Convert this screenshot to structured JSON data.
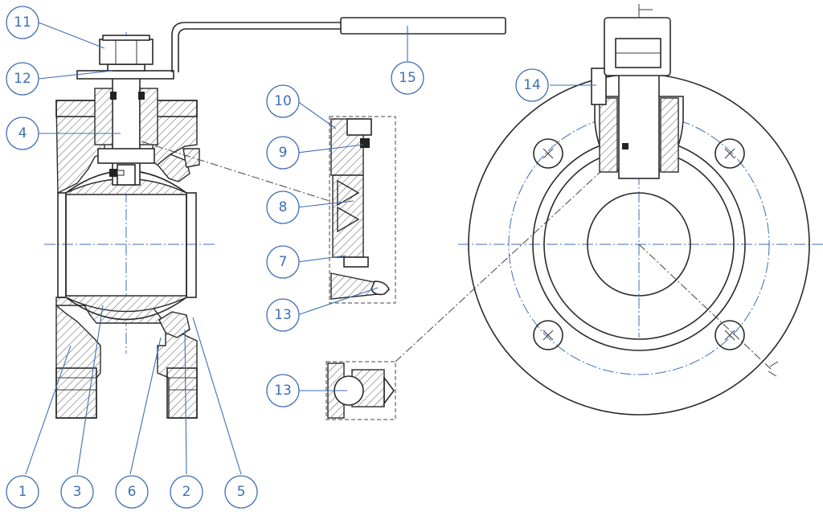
{
  "balloons": [
    {
      "key": "b11",
      "label": "11"
    },
    {
      "key": "b12",
      "label": "12"
    },
    {
      "key": "b4",
      "label": "4"
    },
    {
      "key": "b10",
      "label": "10"
    },
    {
      "key": "b9",
      "label": "9"
    },
    {
      "key": "b8",
      "label": "8"
    },
    {
      "key": "b7",
      "label": "7"
    },
    {
      "key": "b13a",
      "label": "13"
    },
    {
      "key": "b13b",
      "label": "13"
    },
    {
      "key": "b15",
      "label": "15"
    },
    {
      "key": "b14",
      "label": "14"
    },
    {
      "key": "b1",
      "label": "1"
    },
    {
      "key": "b3",
      "label": "3"
    },
    {
      "key": "b6",
      "label": "6"
    },
    {
      "key": "b2",
      "label": "2"
    },
    {
      "key": "b5",
      "label": "5"
    }
  ],
  "colors": {
    "balloon_stroke": "#3d6fb5",
    "balloon_text": "#3d6fb5",
    "centerline": "#3d6fb5",
    "outline": "#2a2a2a",
    "background": "#ffffff"
  }
}
